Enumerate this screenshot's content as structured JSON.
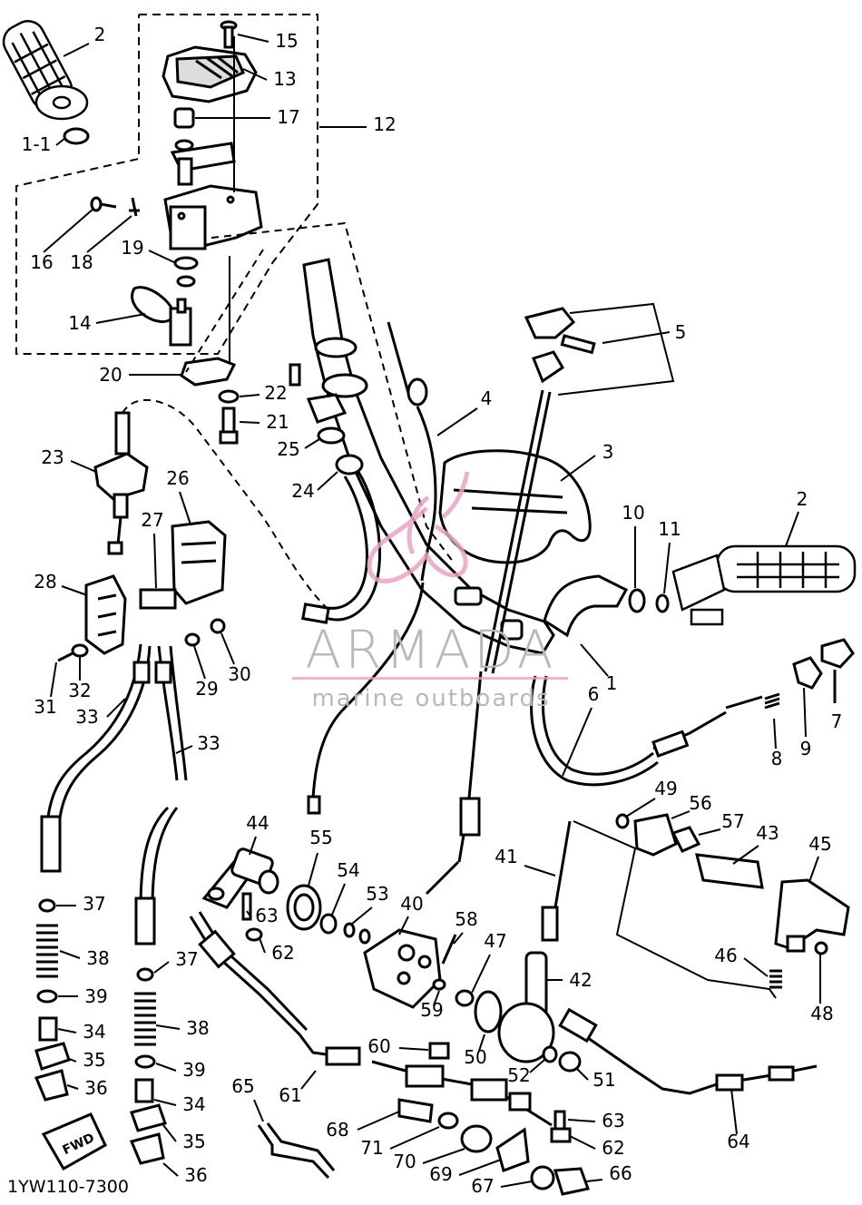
{
  "drawing_code": "1YW110-7300",
  "watermark": {
    "brand": "ARMADA",
    "tagline": "marine outboards"
  },
  "callouts": [
    {
      "id": "c2a",
      "text": "2"
    },
    {
      "id": "c15",
      "text": "15"
    },
    {
      "id": "c13",
      "text": "13"
    },
    {
      "id": "c17",
      "text": "17"
    },
    {
      "id": "c12",
      "text": "12"
    },
    {
      "id": "c1-1",
      "text": "1-1"
    },
    {
      "id": "c16",
      "text": "16"
    },
    {
      "id": "c18",
      "text": "18"
    },
    {
      "id": "c19",
      "text": "19"
    },
    {
      "id": "c14",
      "text": "14"
    },
    {
      "id": "c5",
      "text": "5"
    },
    {
      "id": "c20",
      "text": "20"
    },
    {
      "id": "c22",
      "text": "22"
    },
    {
      "id": "c21",
      "text": "21"
    },
    {
      "id": "c4",
      "text": "4"
    },
    {
      "id": "c25",
      "text": "25"
    },
    {
      "id": "c24",
      "text": "24"
    },
    {
      "id": "c3",
      "text": "3"
    },
    {
      "id": "c23",
      "text": "23"
    },
    {
      "id": "c26",
      "text": "26"
    },
    {
      "id": "c27",
      "text": "27"
    },
    {
      "id": "c28",
      "text": "28"
    },
    {
      "id": "c10",
      "text": "10"
    },
    {
      "id": "c11",
      "text": "11"
    },
    {
      "id": "c2b",
      "text": "2"
    },
    {
      "id": "c29",
      "text": "29"
    },
    {
      "id": "c30",
      "text": "30"
    },
    {
      "id": "c32",
      "text": "32"
    },
    {
      "id": "c31",
      "text": "31"
    },
    {
      "id": "c33a",
      "text": "33"
    },
    {
      "id": "c1",
      "text": "1"
    },
    {
      "id": "c8",
      "text": "8"
    },
    {
      "id": "c9",
      "text": "9"
    },
    {
      "id": "c7",
      "text": "7"
    },
    {
      "id": "c6",
      "text": "6"
    },
    {
      "id": "c33b",
      "text": "33"
    },
    {
      "id": "c49",
      "text": "49"
    },
    {
      "id": "c56",
      "text": "56"
    },
    {
      "id": "c57",
      "text": "57"
    },
    {
      "id": "c43",
      "text": "43"
    },
    {
      "id": "c45",
      "text": "45"
    },
    {
      "id": "c44",
      "text": "44"
    },
    {
      "id": "c55",
      "text": "55"
    },
    {
      "id": "c54",
      "text": "54"
    },
    {
      "id": "c53",
      "text": "53"
    },
    {
      "id": "c41",
      "text": "41"
    },
    {
      "id": "c37a",
      "text": "37"
    },
    {
      "id": "c63a",
      "text": "63"
    },
    {
      "id": "c40",
      "text": "40"
    },
    {
      "id": "c58",
      "text": "58"
    },
    {
      "id": "c62a",
      "text": "62"
    },
    {
      "id": "c47",
      "text": "47"
    },
    {
      "id": "c38a",
      "text": "38"
    },
    {
      "id": "c37b",
      "text": "37"
    },
    {
      "id": "c42",
      "text": "42"
    },
    {
      "id": "c46",
      "text": "46"
    },
    {
      "id": "c39a",
      "text": "39"
    },
    {
      "id": "c59",
      "text": "59"
    },
    {
      "id": "c48",
      "text": "48"
    },
    {
      "id": "c34a",
      "text": "34"
    },
    {
      "id": "c38b",
      "text": "38"
    },
    {
      "id": "c35a",
      "text": "35"
    },
    {
      "id": "c60",
      "text": "60"
    },
    {
      "id": "c50",
      "text": "50"
    },
    {
      "id": "c39b",
      "text": "39"
    },
    {
      "id": "c52",
      "text": "52"
    },
    {
      "id": "c51",
      "text": "51"
    },
    {
      "id": "c36a",
      "text": "36"
    },
    {
      "id": "c65",
      "text": "65"
    },
    {
      "id": "c61",
      "text": "61"
    },
    {
      "id": "c34b",
      "text": "34"
    },
    {
      "id": "c63b",
      "text": "63"
    },
    {
      "id": "c68",
      "text": "68"
    },
    {
      "id": "c35b",
      "text": "35"
    },
    {
      "id": "c62b",
      "text": "62"
    },
    {
      "id": "c64",
      "text": "64"
    },
    {
      "id": "c71",
      "text": "71"
    },
    {
      "id": "c70",
      "text": "70"
    },
    {
      "id": "c36b",
      "text": "36"
    },
    {
      "id": "c69",
      "text": "69"
    },
    {
      "id": "c66",
      "text": "66"
    },
    {
      "id": "c67",
      "text": "67"
    }
  ],
  "fwd_plate": "FWD"
}
